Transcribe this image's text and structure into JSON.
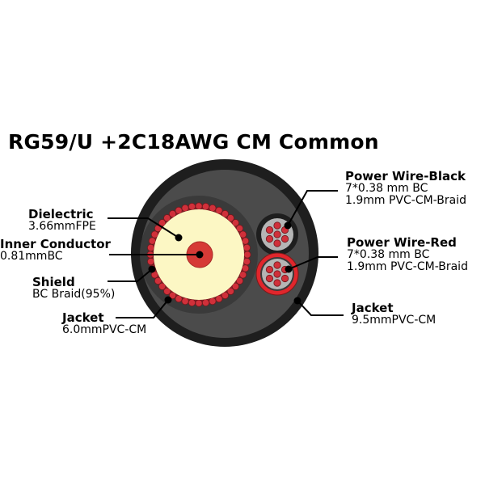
{
  "title": "RG59/U +2C18AWG CM Common",
  "labels": {
    "dielectric": {
      "name": "Dielectric",
      "spec": "3.66mmFPE"
    },
    "inner_conductor": {
      "name": "Inner Conductor",
      "spec": "0.81mmBC"
    },
    "shield": {
      "name": "Shield",
      "spec": "BC Braid(95%)"
    },
    "coax_jacket": {
      "name": "Jacket",
      "spec": "6.0mmPVC-CM"
    },
    "power_black": {
      "name": "Power Wire-Black",
      "spec1": "7*0.38 mm BC",
      "spec2": "1.9mm PVC-CM-Braid"
    },
    "power_red": {
      "name": "Power Wire-Red",
      "spec1": "7*0.38 mm BC",
      "spec2": "1.9mm PVC-CM-Braid"
    },
    "outer_jacket": {
      "name": "Jacket",
      "spec": "9.5mmPVC-CM"
    }
  },
  "colors": {
    "outer_jacket": "#1e1e1e",
    "filler": "#4b4b4b",
    "coax_jacket": "#3a3a3a",
    "braid": "#d0303a",
    "dielectric": "#fcf7c4",
    "conductor": "#d63a36",
    "wire_fill": "#b5b5b5",
    "red_insulation": "#e0262c"
  }
}
